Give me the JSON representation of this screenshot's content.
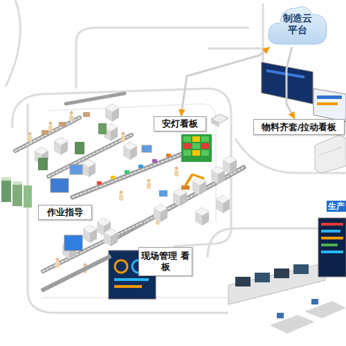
{
  "diagram": {
    "nodes": [
      {
        "text": [
          "制造云 平台"
        ]
      },
      {
        "text": [
          "安灯看板"
        ]
      },
      {
        "text": [
          "物料齐套/拉动看板"
        ]
      },
      {
        "text": [
          "作业指导"
        ]
      },
      {
        "text": [
          "现场管理 看板"
        ]
      },
      {
        "text": [
          "生产"
        ]
      }
    ],
    "edges": [
      {
        "from": 1,
        "to": 0,
        "arrow": "both"
      },
      {
        "from": 0,
        "to": 2,
        "arrow": "to"
      }
    ]
  }
}
